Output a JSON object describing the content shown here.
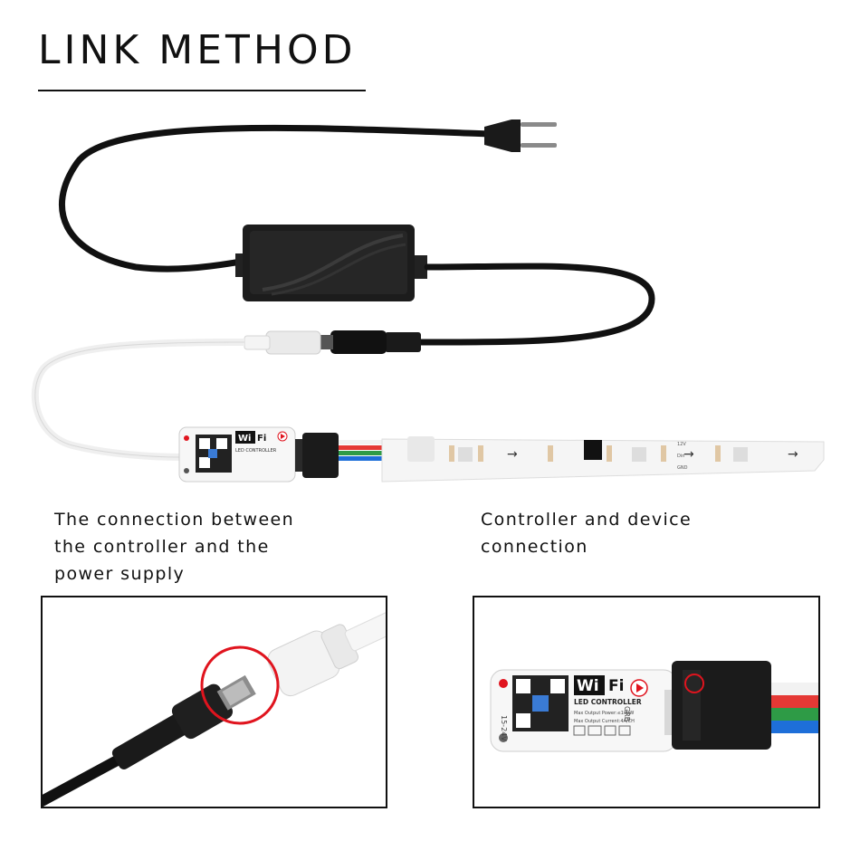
{
  "title": "LINK METHOD",
  "captions": {
    "left": "The connection between\nthe controller and the\npower supply",
    "right": "Controller and device\nconnection"
  },
  "controller": {
    "logo_wi": "Wi",
    "logo_fi": "Fi",
    "label": "LED CONTROLLER",
    "spec_power": "Max Output Power:≤100W",
    "spec_current": "Max Output Current:4A/CH",
    "voltage": "15-24V",
    "pins": "GRB"
  },
  "strip_labels": [
    "12V",
    "Din",
    "GND"
  ],
  "colors": {
    "cable": "#111111",
    "white_cable": "#f2f2f2",
    "highlight_circle": "#e0141e",
    "strip": "#f4f4f4",
    "wire_red": "#e53935",
    "wire_green": "#2e9b46",
    "wire_blue": "#1e6fd9"
  }
}
